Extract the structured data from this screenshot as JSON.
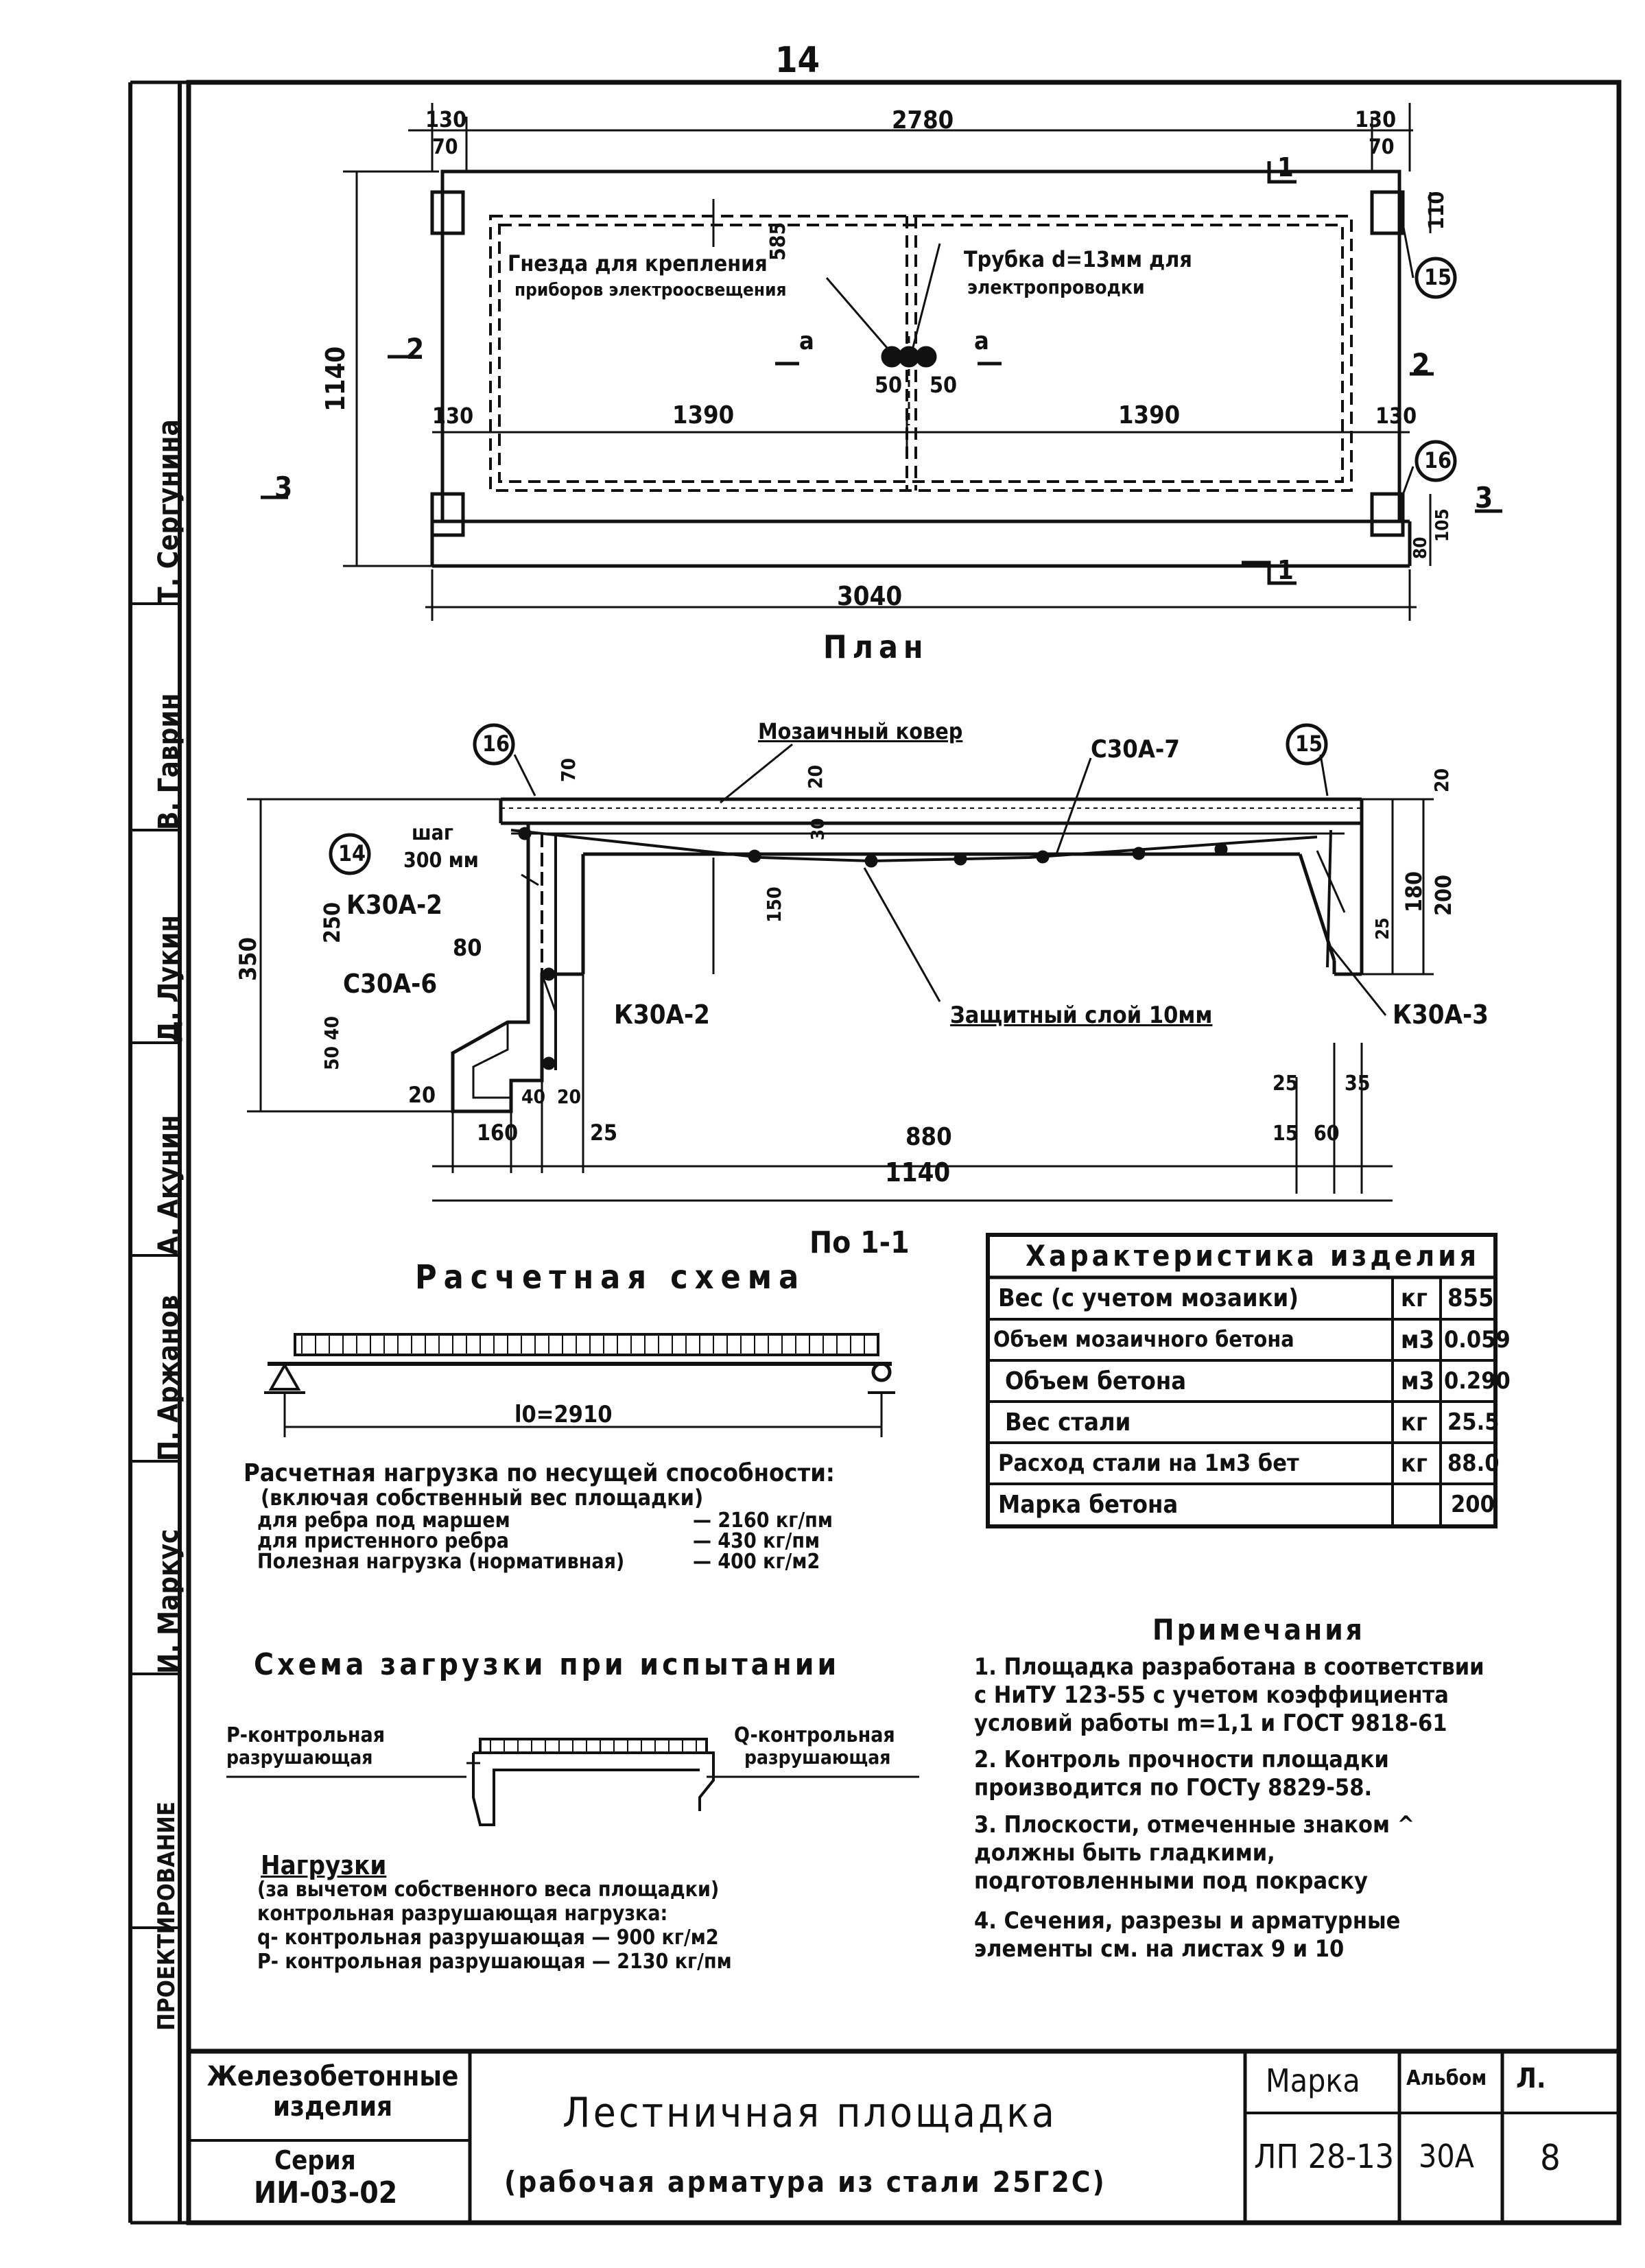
{
  "sheet_number": "14",
  "side_stamp": {
    "names": [
      "Т. Сергунина",
      "В. Гаврин",
      "Д. Лукин",
      "А. Акунин",
      "П. Аржанов",
      "И. Маркус"
    ],
    "org": "ПРОЕКТИРОВАНИЕ"
  },
  "plan": {
    "title": "План",
    "dims": {
      "overall": "3040",
      "inner": "2780",
      "left_offset": "130",
      "right_offset": "130",
      "top_left": "70",
      "top_right": "70",
      "right_110": "110",
      "height": "1140",
      "depth": "585",
      "half_left": "1390",
      "half_right": "1390",
      "edge_left": "130",
      "edge_right": "130",
      "g1": "50",
      "g2": "50",
      "bottom_80": "80",
      "bottom_105": "105"
    },
    "notes": {
      "sockets_1": "Гнезда для крепления",
      "sockets_2": "приборов электроосвещения",
      "tube_1": "Трубка d=13мм для",
      "tube_2": "электропроводки"
    },
    "sections": {
      "a": "а",
      "s2": "2",
      "s3": "3",
      "s1": "1"
    },
    "markers": {
      "m15": "15",
      "m16": "16"
    }
  },
  "section": {
    "title": "По 1-1",
    "labels": {
      "carpet": "Мозаичный ковер",
      "c7": "С30А-7",
      "step": "шаг",
      "step_val": "300 мм",
      "k2a": "К30А-2",
      "k2b": "К30А-2",
      "c6": "С30А-6",
      "k3": "К30А-3",
      "cover": "Защитный слой 10мм",
      "m14": "14",
      "m15": "15",
      "m16": "16"
    },
    "dims": {
      "d70": "70",
      "d20": "20",
      "d30": "30",
      "d350": "350",
      "d250": "250",
      "d80": "80",
      "d5040": "50 40",
      "d20b": "20",
      "d160": "160",
      "d25": "25",
      "d880": "880",
      "d1140": "1140",
      "d40": "40",
      "d20c": "20",
      "d15": "15",
      "d60": "60",
      "d25b": "25",
      "d35": "35",
      "d150": "150",
      "d180": "180",
      "d200": "200",
      "d20r": "20",
      "d25r": "25"
    }
  },
  "calc": {
    "title": "Расчетная схема",
    "span": "l0=2910",
    "load_title": "Расчетная нагрузка по несущей способности:",
    "load_sub": "(включая собственный вес площадки)",
    "rows": [
      {
        "label": "для ребра под маршем",
        "value": "— 2160 кг/пм"
      },
      {
        "label": "для пристенного ребра",
        "value": "— 430 кг/пм"
      },
      {
        "label": "Полезная нагрузка (нормативная)",
        "value": "— 400 кг/м2"
      }
    ]
  },
  "test": {
    "title": "Схема загрузки при испытании",
    "p_label_1": "Р-контрольная",
    "p_label_2": "разрушающая",
    "q_label_1": "Q-контрольная",
    "q_label_2": "разрушающая",
    "loads_title": "Нагрузки",
    "loads_lines": [
      "(за вычетом собственного веса площадки)",
      "контрольная разрушающая нагрузка:",
      "q- контрольная разрушающая — 900 кг/м2",
      "Р- контрольная разрушающая — 2130 кг/пм"
    ]
  },
  "characteristics": {
    "title": "Характеристика изделия",
    "rows": [
      {
        "name": "Вес (с учетом мозаики)",
        "unit": "кг",
        "value": "855"
      },
      {
        "name": "Объем мозаичного бетона",
        "unit": "м3",
        "value": "0.059"
      },
      {
        "name": "Объем бетона",
        "unit": "м3",
        "value": "0.290"
      },
      {
        "name": "Вес стали",
        "unit": "кг",
        "value": "25.5"
      },
      {
        "name": "Расход стали на 1м3 бет",
        "unit": "кг",
        "value": "88.0"
      },
      {
        "name": "Марка бетона",
        "unit": "",
        "value": "200"
      }
    ]
  },
  "notes": {
    "title": "Примечания",
    "items": [
      "1. Площадка разработана в соответствии с НиТУ 123-55 с учетом коэффициента условий работы m=1,1 и ГОСТ 9818-61",
      "2. Контроль прочности площадки производится по ГОСТу 8829-58.",
      "3. Плоскости, отмеченные знаком ^ должны быть гладкими, подготовленными под покраску",
      "4. Сечения, разрезы и арматурные элементы см. на листах 9 и 10"
    ]
  },
  "title_block": {
    "category": "Железобетонные изделия",
    "series_label": "Серия",
    "series": "ИИ-03-02",
    "title": "Лестничная площадка",
    "subtitle": "(рабочая арматура из стали 25Г2С)",
    "mark_label": "Марка",
    "mark": "ЛП 28-13",
    "album_label": "Альбом",
    "album": "30А",
    "sheet_label": "Л.",
    "sheet": "8"
  }
}
